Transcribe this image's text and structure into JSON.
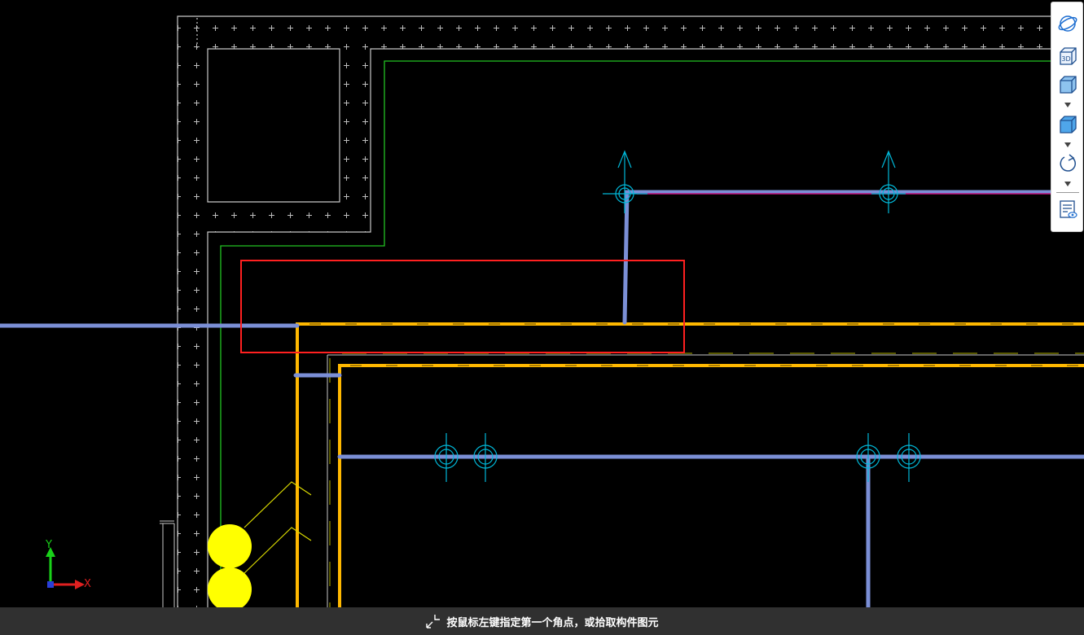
{
  "status_bar": {
    "prompt": "按鼠标左键指定第一个角点，或拾取构件图元",
    "icon": "corner-pick-icon"
  },
  "axis_indicator": {
    "y_label": "Y",
    "x_label": "X"
  },
  "view_toolbar": {
    "buttons": [
      {
        "name": "dynamic-observe-button",
        "icon": "orbit-icon"
      },
      {
        "name": "view-3d-button",
        "icon": "cube-3d-icon",
        "text": "3D"
      },
      {
        "name": "view-mode-button",
        "icon": "cube-icon"
      },
      {
        "name": "view-style-button",
        "icon": "cube-shaded-icon"
      },
      {
        "name": "rotate-button",
        "icon": "rotate-icon"
      },
      {
        "name": "display-settings-button",
        "icon": "list-eye-icon"
      }
    ]
  },
  "colors": {
    "background": "#000000",
    "wall_line": "#c8c8c8",
    "green_line": "#22c322",
    "pipe_blue": "#7b8fd6",
    "pipe_yellow": "#ffb800",
    "selection_box": "#ff2020",
    "cyan": "#00b8d8",
    "magenta": "#c0127f",
    "fixture_yellow": "#ffff00"
  }
}
